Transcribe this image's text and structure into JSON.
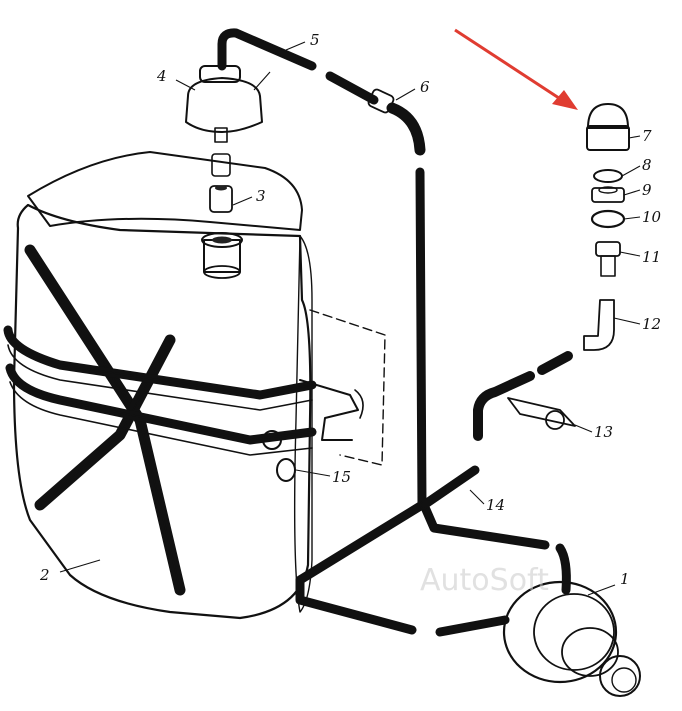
{
  "callouts": [
    {
      "id": "c1",
      "text": "1"
    },
    {
      "id": "c2",
      "text": "2"
    },
    {
      "id": "c3",
      "text": "3"
    },
    {
      "id": "c4",
      "text": "4"
    },
    {
      "id": "c5",
      "text": "5"
    },
    {
      "id": "c6",
      "text": "6"
    },
    {
      "id": "c7",
      "text": "7"
    },
    {
      "id": "c8",
      "text": "8"
    },
    {
      "id": "c9",
      "text": "9"
    },
    {
      "id": "c10",
      "text": "10"
    },
    {
      "id": "c11",
      "text": "11"
    },
    {
      "id": "c12",
      "text": "12"
    },
    {
      "id": "c13",
      "text": "13"
    },
    {
      "id": "c14",
      "text": "14"
    },
    {
      "id": "c15",
      "text": "15"
    }
  ],
  "watermark": "AutoSoft",
  "colors": {
    "ink": "#111111",
    "arrow": "#e03c31",
    "paper": "#ffffff"
  },
  "arrow_icon": "red-arrow-icon"
}
